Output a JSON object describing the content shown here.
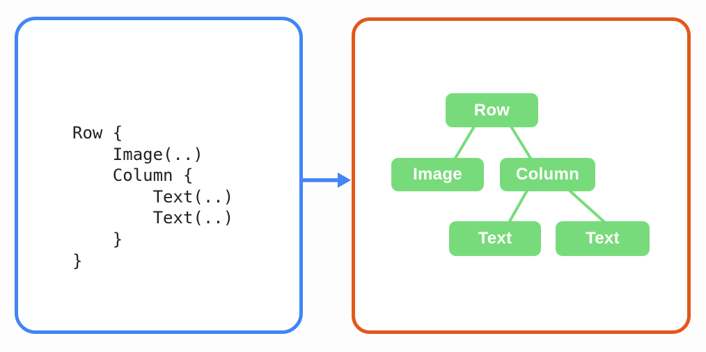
{
  "colors": {
    "code_panel_border": "#4285f4",
    "arrow": "#4285f4",
    "tree_panel_border": "#e3571c",
    "tree_node_fill": "#78db7b",
    "tree_node_text": "#ffffff",
    "code_text": "#202124",
    "background": "#fdfdfd"
  },
  "code_panel": {
    "code": "Row {\n    Image(..)\n    Column {\n        Text(..)\n        Text(..)\n    }\n}"
  },
  "arrow": {
    "direction": "right"
  },
  "tree_panel": {
    "nodes": [
      {
        "id": "row",
        "label": "Row"
      },
      {
        "id": "image",
        "label": "Image"
      },
      {
        "id": "column",
        "label": "Column"
      },
      {
        "id": "text-1",
        "label": "Text"
      },
      {
        "id": "text-2",
        "label": "Text"
      }
    ],
    "edges": [
      [
        "row",
        "image"
      ],
      [
        "row",
        "column"
      ],
      [
        "column",
        "text-1"
      ],
      [
        "column",
        "text-2"
      ]
    ]
  }
}
